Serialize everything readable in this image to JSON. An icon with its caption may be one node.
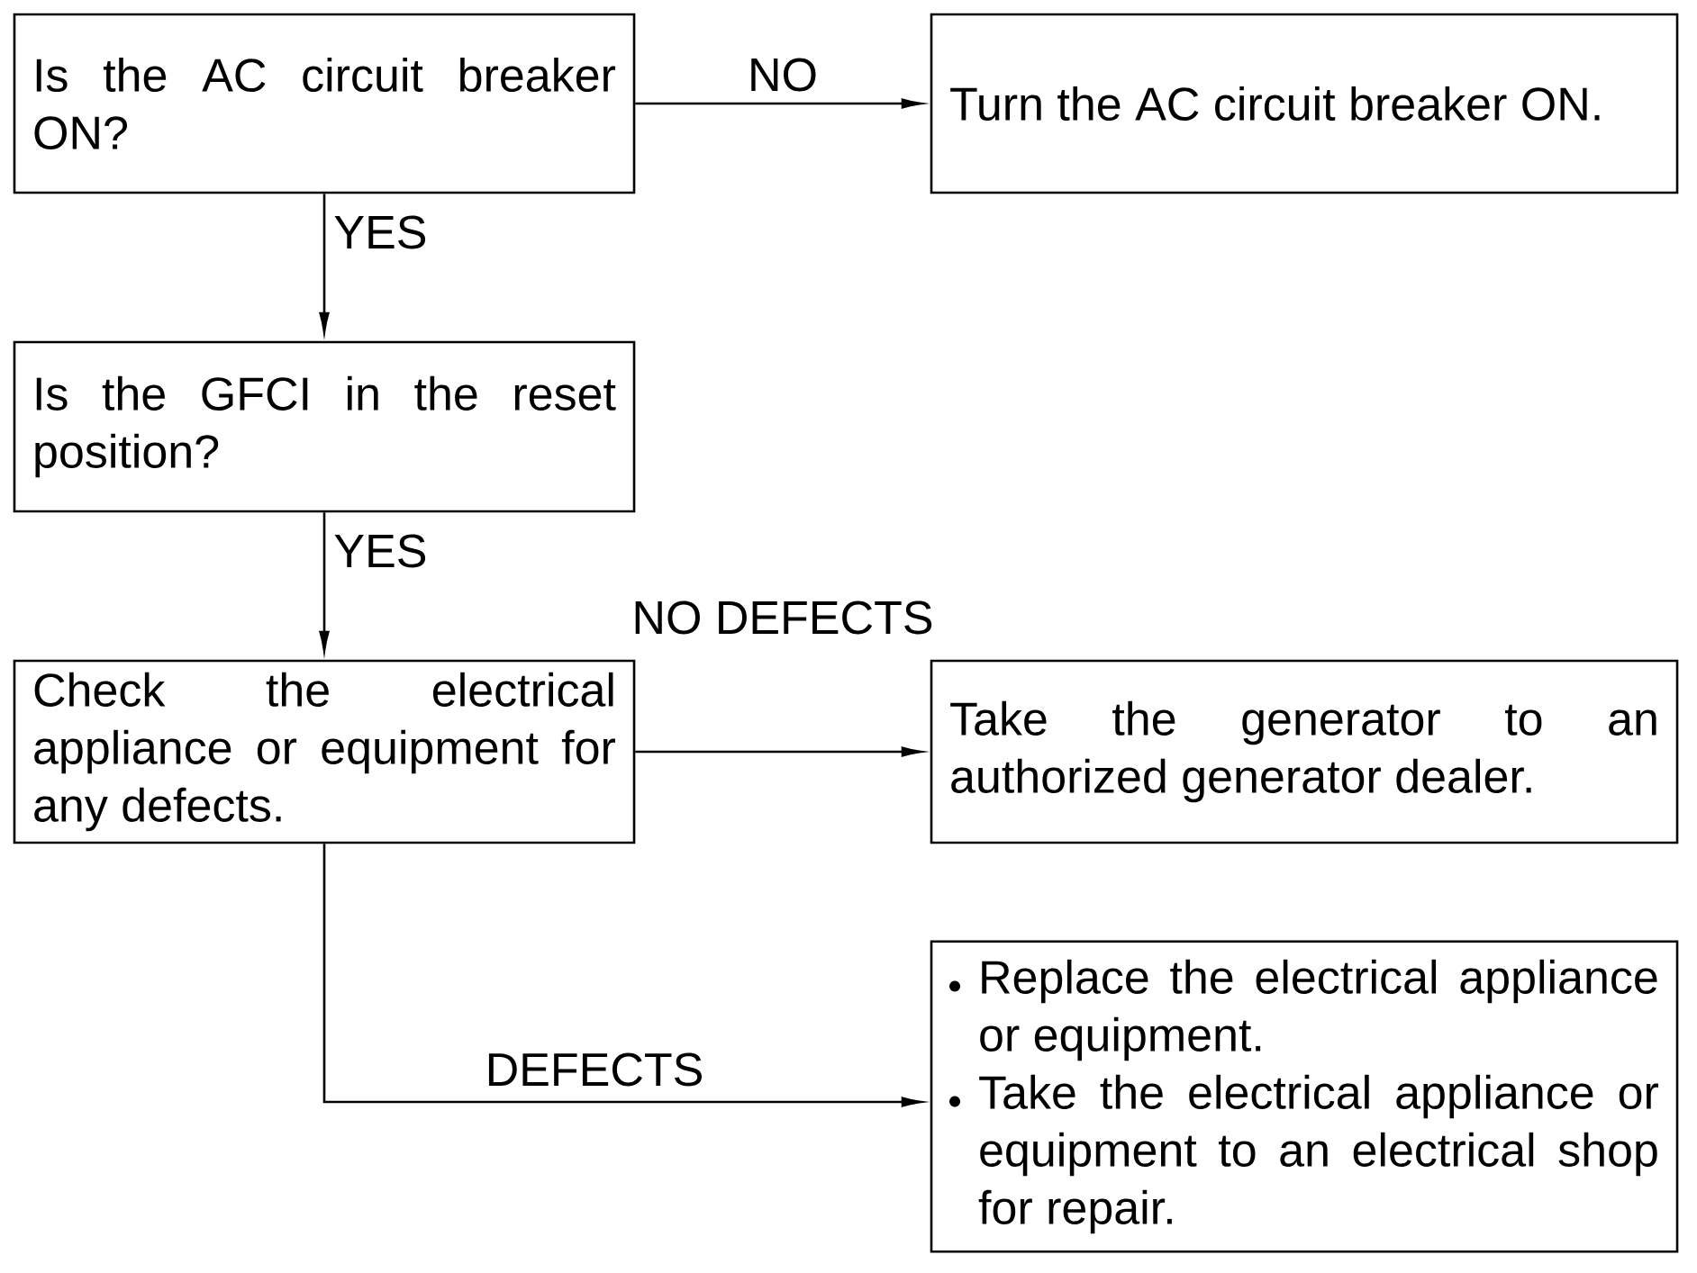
{
  "diagram": {
    "nodes": [
      {
        "text": [
          "Is the AC circuit breaker ON?"
        ]
      },
      {
        "text": [
          "Turn the AC circuit breaker ON."
        ]
      },
      {
        "text": [
          "Is the GFCI in the reset position?"
        ]
      },
      {
        "text": [
          "Check the electrical appliance or equipment for any defects."
        ]
      },
      {
        "text": [
          "Take the generator to an authorized generator dealer."
        ]
      },
      {
        "text": [
          "Replace the electrical appliance or equipment.",
          "Take the electrical appliance or equipment to an electrical shop for repair."
        ]
      }
    ],
    "edges": [
      {
        "from": 0,
        "to": 1,
        "arrow": "to",
        "label": "NO"
      },
      {
        "from": 0,
        "to": 2,
        "arrow": "to",
        "label": "YES"
      },
      {
        "from": 2,
        "to": 3,
        "arrow": "to",
        "label": "YES"
      },
      {
        "from": 3,
        "to": 4,
        "arrow": "to",
        "label": "NO DEFECTS"
      },
      {
        "from": 3,
        "to": 5,
        "arrow": "to",
        "label": "DEFECTS"
      }
    ]
  }
}
